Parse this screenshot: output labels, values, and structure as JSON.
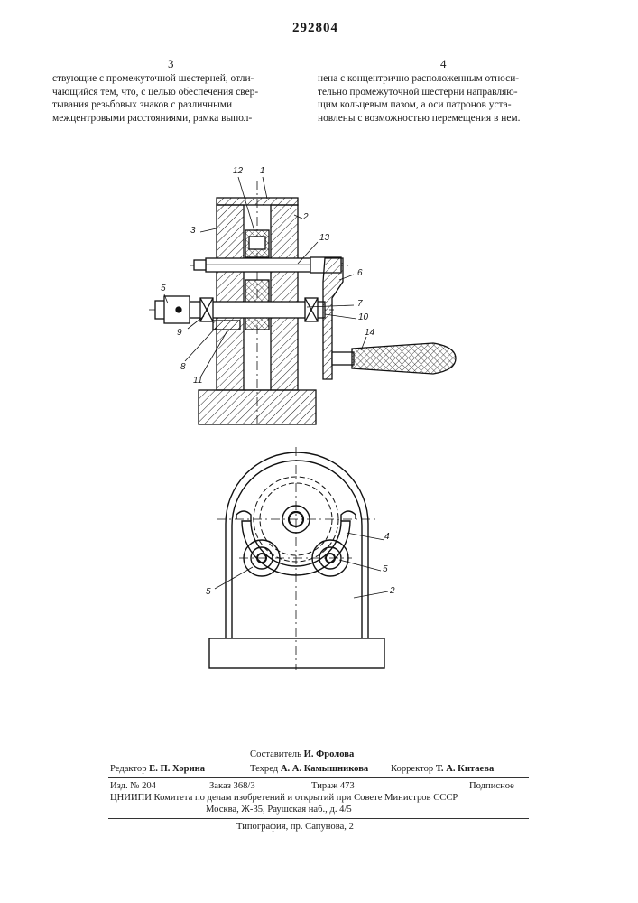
{
  "header": {
    "patent_number": "292804",
    "col_left_num": "3",
    "col_right_num": "4"
  },
  "columns": {
    "left": [
      "ствующие с промежуточной шестерней, отли-",
      "чающийся тем, что, с целью обеспечения свер-",
      "тывания резьбовых знаков с различными",
      "межцентровыми расстояниями, рамка выпол-"
    ],
    "right": [
      "нена с концентрично расположенным относи-",
      "тельно промежуточной шестерни направляю-",
      "щим кольцевым пазом, а оси патронов уста-",
      "новлены с возможностью перемещения в нем."
    ]
  },
  "figure_labels": {
    "l12": "12",
    "l1": "1",
    "l3": "3",
    "l2": "2",
    "l13": "13",
    "l6": "6",
    "l5": "5",
    "l7": "7",
    "l9": "9",
    "l10": "10",
    "l14": "14",
    "l8": "8",
    "l11": "11"
  },
  "figure2_labels": {
    "l4": "4",
    "l5a": "5",
    "l5b": "5",
    "l2": "2"
  },
  "imprint": {
    "compiler_label": "Составитель",
    "compiler_name": "И. Фролова",
    "editor_label": "Редактор",
    "editor_name": "Е. П. Хорина",
    "techred_label": "Техред",
    "techred_name": "А. А. Камышникова",
    "corrector_label": "Корректор",
    "corrector_name": "Т. А. Китаева",
    "izd": "Изд. № 204",
    "order": "Заказ 368/3",
    "print_run": "Тираж 473",
    "subscription": "Подписное",
    "org_line": "ЦНИИПИ Комитета по делам изобретений и открытий при Совете Министров СССР",
    "address": "Москва, Ж-35, Раушская наб., д. 4/5",
    "typography": "Типография, пр. Сапунова, 2"
  }
}
